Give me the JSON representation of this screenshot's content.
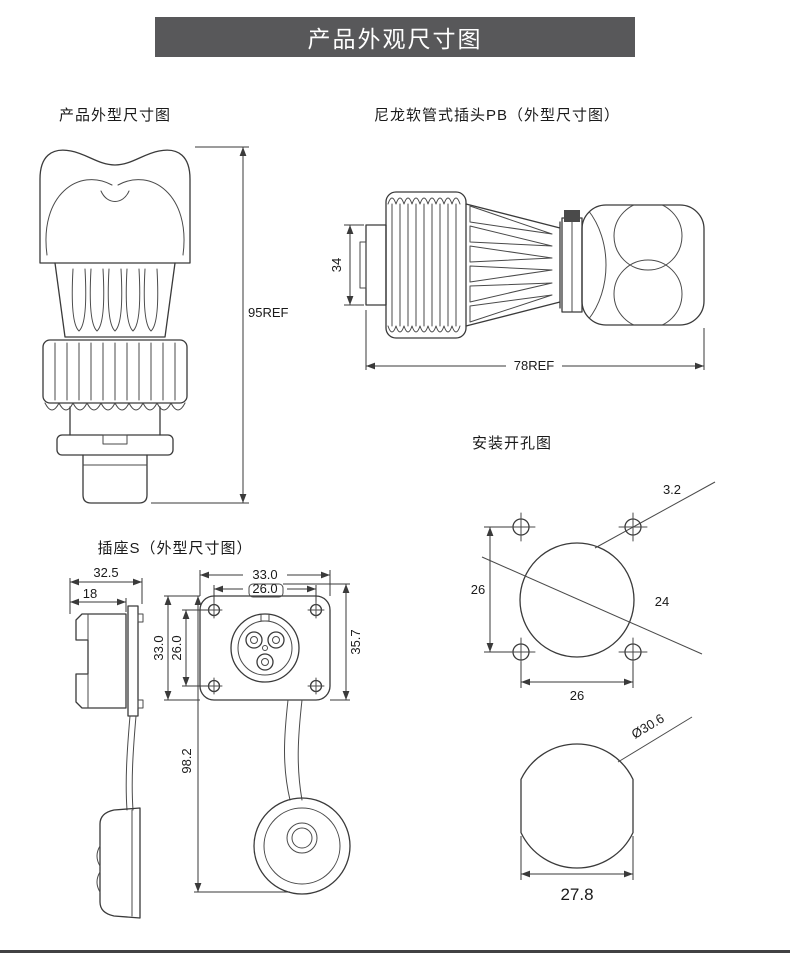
{
  "header": {
    "title": "产品外观尺寸图"
  },
  "plug_overall": {
    "label": "产品外型尺寸图",
    "dim_height": "95REF"
  },
  "plug_pb": {
    "label": "尼龙软管式插头PB（外型尺寸图）",
    "dim_diameter": "34",
    "dim_length": "78REF"
  },
  "mounting_hole": {
    "label": "安装开孔图",
    "dim_small_hole": "3.2",
    "dim_vertical_spacing": "26",
    "dim_center_hole": "24",
    "dim_horizontal_spacing": "26"
  },
  "socket_s": {
    "label": "插座S（外型尺寸图）",
    "dim_overall_width": "32.5",
    "dim_body_depth": "18",
    "dim_flange_width": "33.0",
    "dim_hole_spacing_h": "26.0",
    "dim_flange_height": "33.0",
    "dim_hole_spacing_v": "26.0",
    "dim_overall_height": "35.7",
    "dim_total_length": "98.2"
  },
  "panel_cutout": {
    "dim_diameter": "Ø30.6",
    "dim_flat_width": "27.8"
  }
}
